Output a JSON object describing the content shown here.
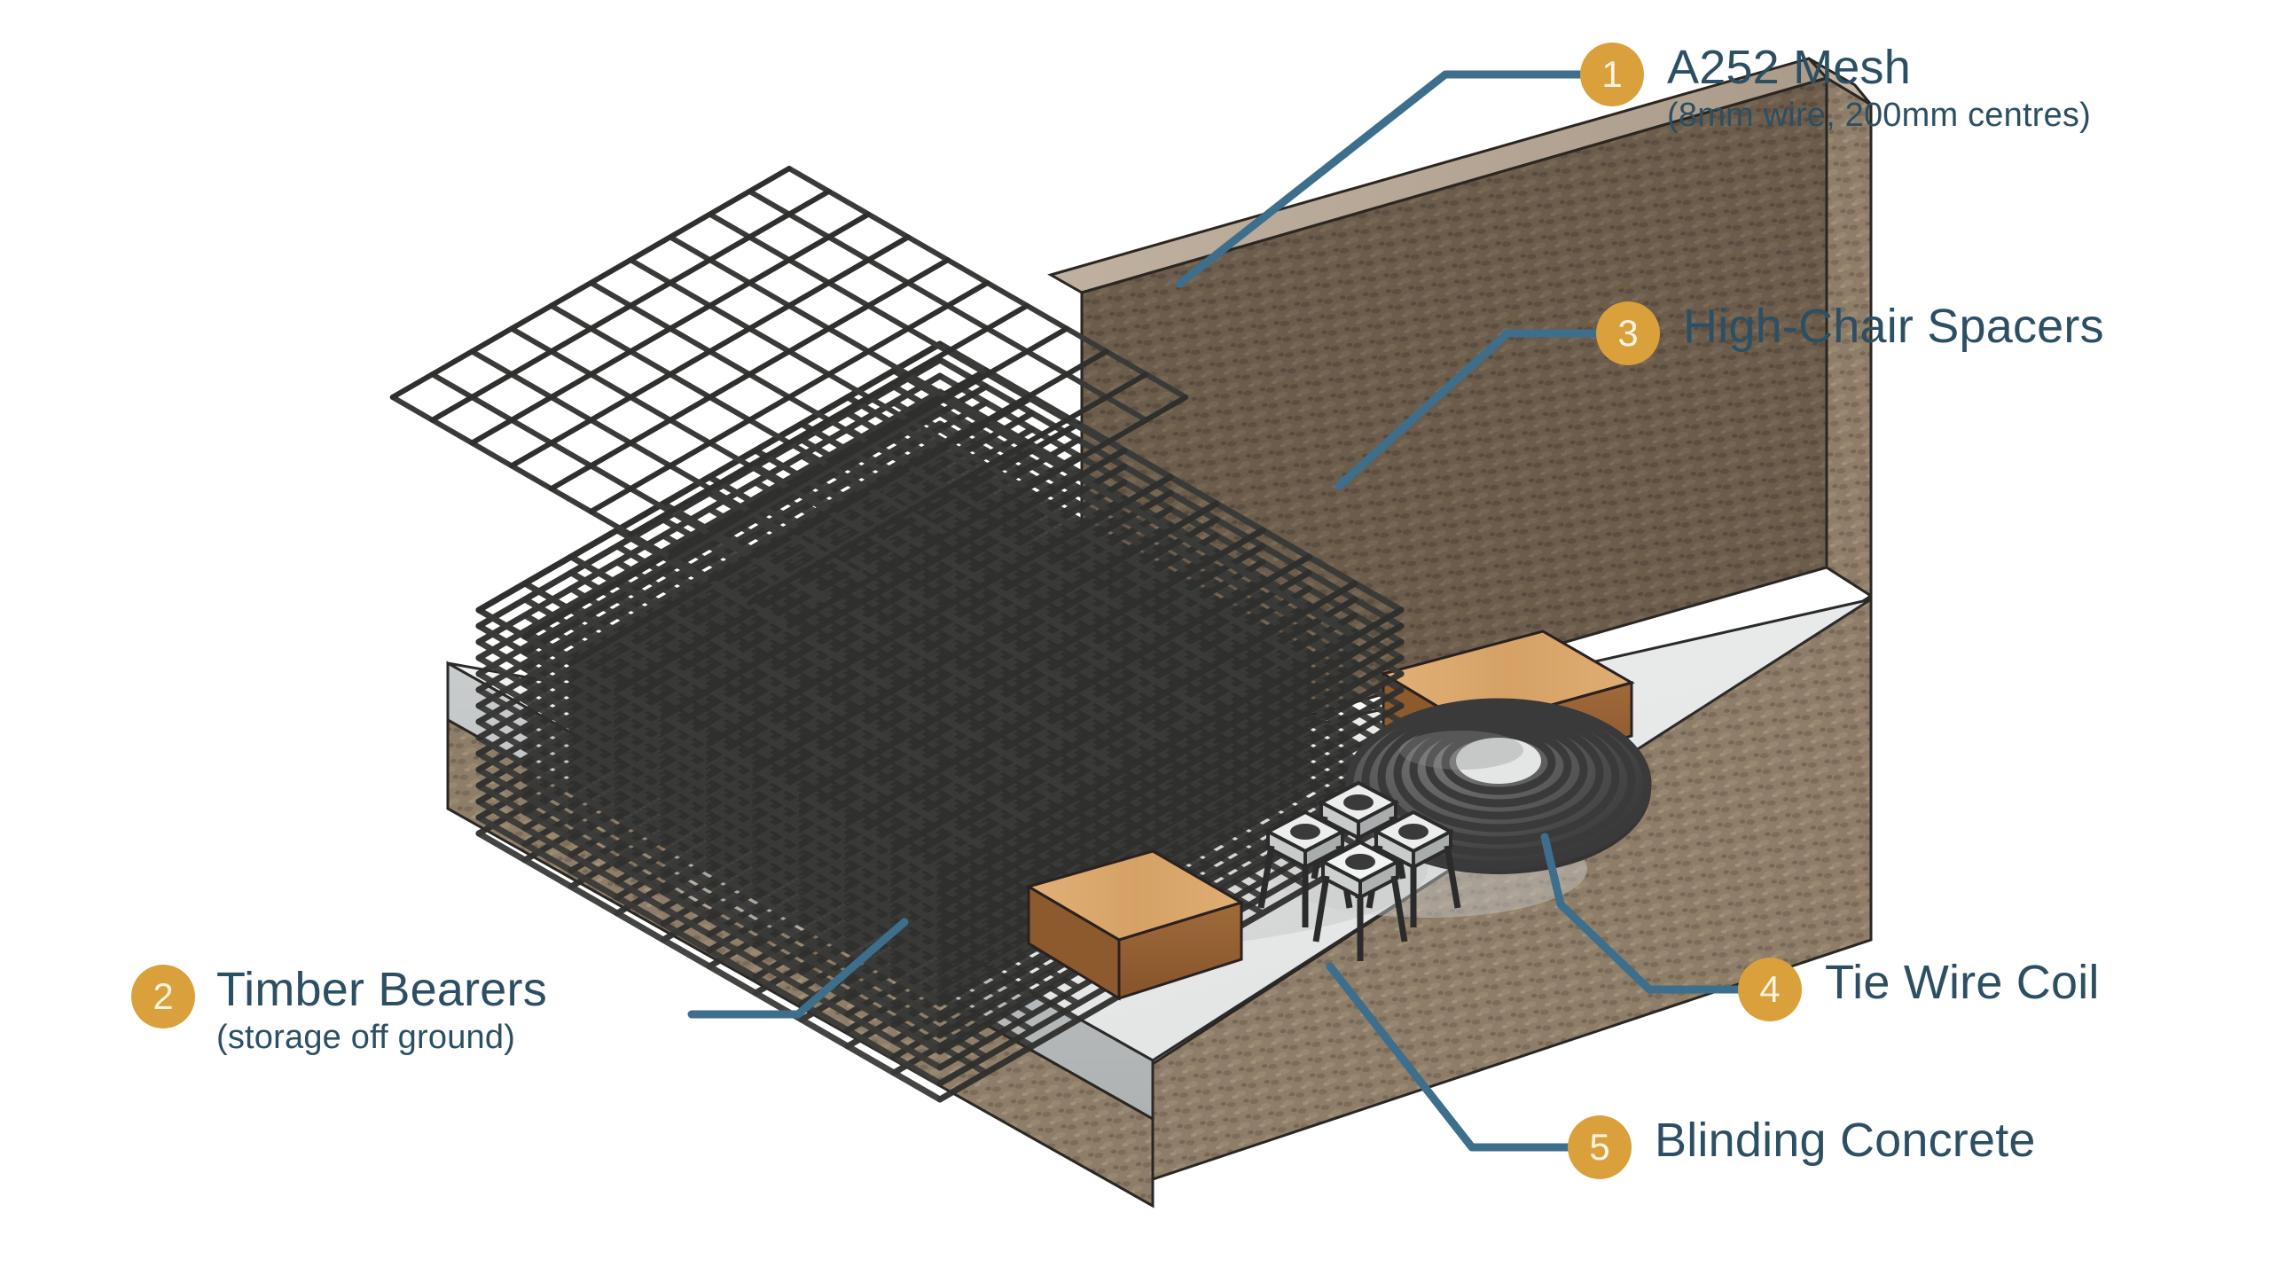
{
  "page": {
    "background": "#ffffff",
    "title_color": "#2c4f63",
    "badge_color": "#d9a03c",
    "badge_text_color": "#fdf4e0",
    "leader_color": "#3d6e8c"
  },
  "callouts": [
    {
      "number": "1",
      "title": "A252 Mesh",
      "subtitle": "(8mm wire, 200mm centres)"
    },
    {
      "number": "2",
      "title": "Timber Bearers",
      "subtitle": "(storage off ground)"
    },
    {
      "number": "3",
      "title": "High-Chair Spacers",
      "subtitle": ""
    },
    {
      "number": "4",
      "title": "Tie Wire Coil",
      "subtitle": ""
    },
    {
      "number": "5",
      "title": "Blinding Concrete",
      "subtitle": ""
    }
  ],
  "scene": {
    "description": "Isometric cutaway of an excavation with blinding concrete slab, stacked A252 reinforcement mesh sheets on timber bearers, high-chair spacers and a tie wire coil",
    "colors": {
      "earth_wall": "#6f5f4f",
      "earth_wall_light": "#8a7a66",
      "earth_top_cap": "#b6a794",
      "earth_rubble": "#9c8d77",
      "blinding_top": "#e9eaea",
      "blinding_edge": "#b9bcbd",
      "blinding_side": "#cfd2d2",
      "mesh_wire": "#3a3a38",
      "mesh_wire_dark": "#262624",
      "timber_top": "#d8a468",
      "timber_side": "#9a6234",
      "timber_end": "#b8804a",
      "coil_dark": "#2f2f2f",
      "coil_light": "#6a6a6a",
      "spacer_body": "#d8d8d8",
      "spacer_line": "#2b2b2b",
      "shadow": "#c9cbcb"
    },
    "elements": [
      "top-loose-mesh-sheet",
      "main-mesh-stack",
      "timber-bearer-front",
      "timber-bearer-rear",
      "high-chair-spacers",
      "tie-wire-coil",
      "blinding-concrete-slab",
      "excavation-wall-back",
      "excavation-wall-right"
    ]
  }
}
